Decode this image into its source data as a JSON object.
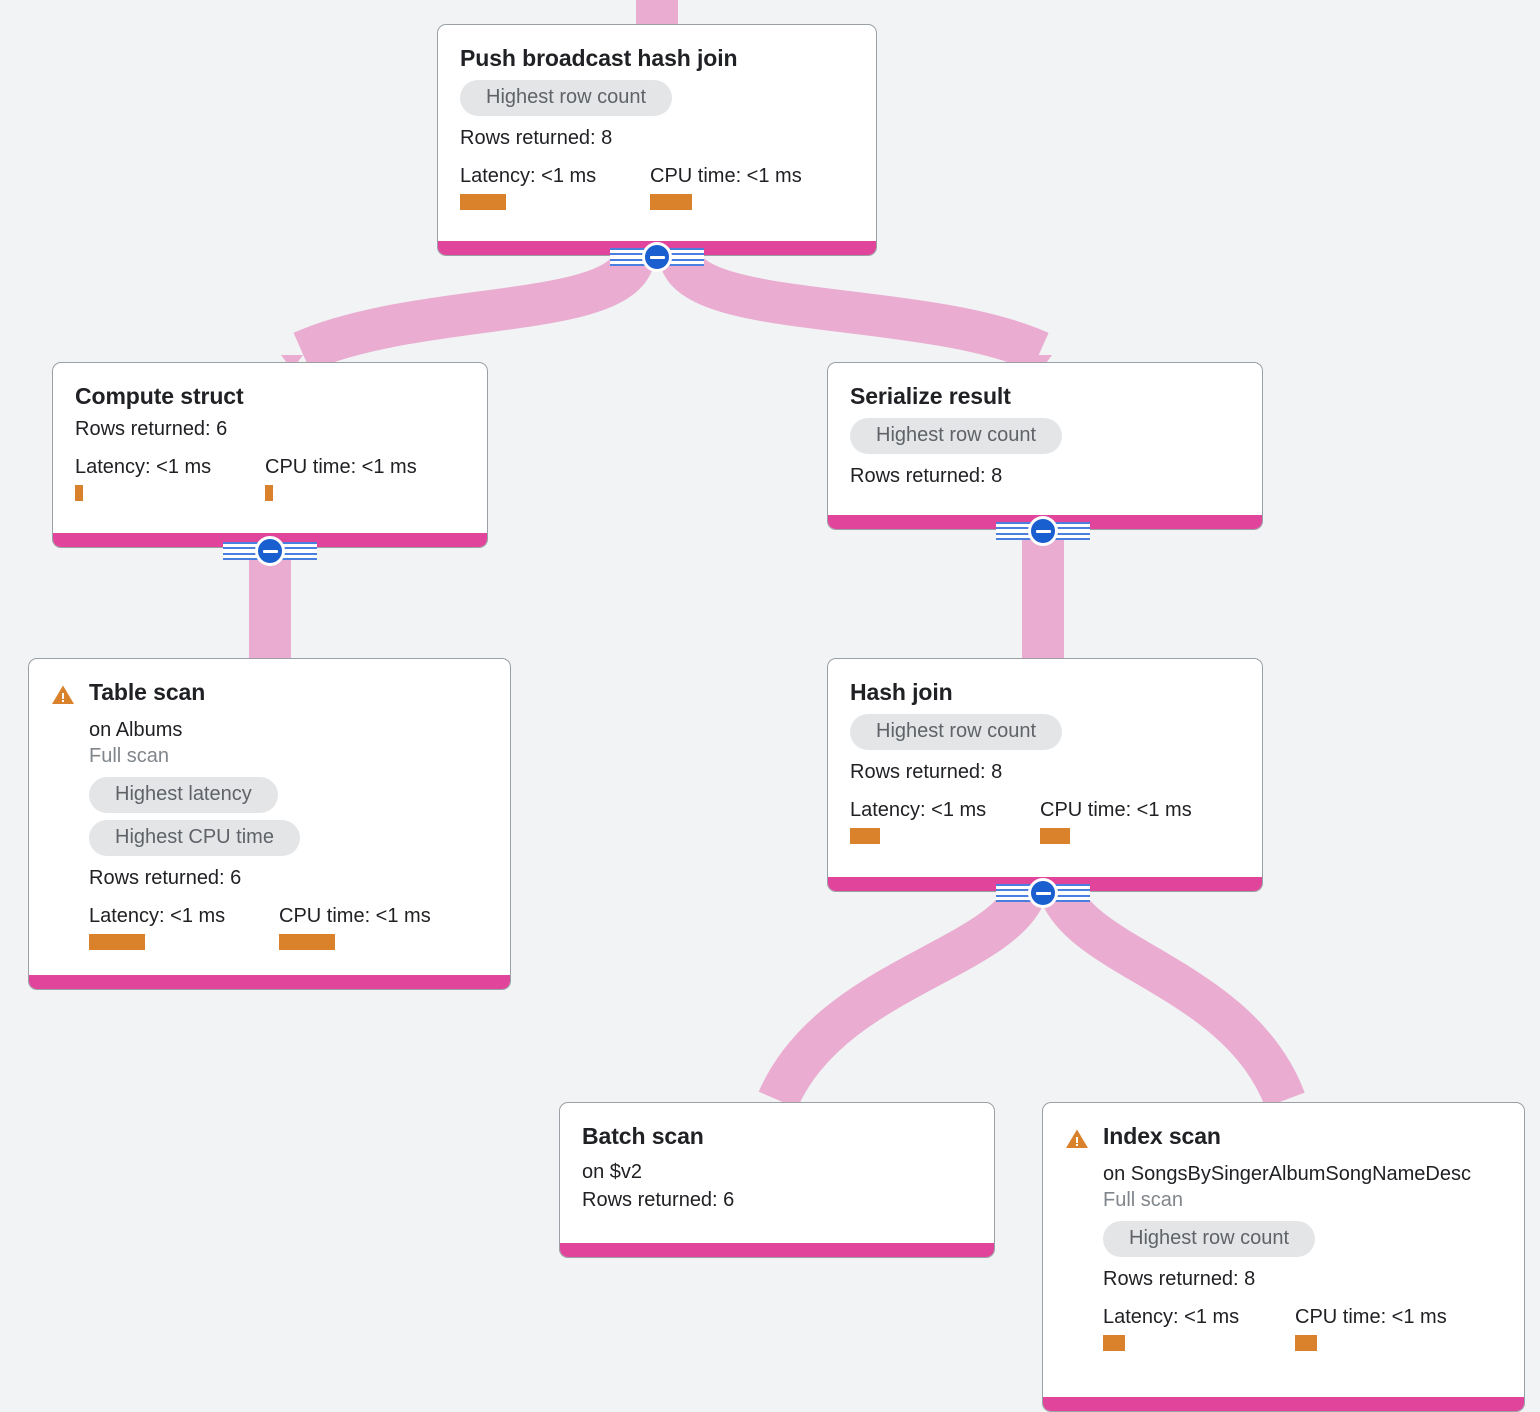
{
  "diagram": {
    "type": "query-execution-plan",
    "background_color": "#f1f3f4",
    "colors": {
      "node_footer": "#e0459b",
      "edge": "#eaacd0",
      "metric_bar": "#d9822b",
      "badge_bg": "#e4e5e7",
      "badge_text": "#5f6368",
      "warning_icon": "#d9822b",
      "collapse_button": "#1a5fd0",
      "node_border": "#9aa0a6"
    },
    "labels": {
      "rows_prefix": "Rows returned:",
      "latency_prefix": "Latency:",
      "cpu_prefix": "CPU time:",
      "collapse_icon": "minus-circle-icon",
      "warning_icon": "warning-triangle-icon"
    }
  },
  "nodes": [
    {
      "id": "push-broadcast-hash-join",
      "title": "Push broadcast hash join",
      "warning": false,
      "on": null,
      "scan_note": null,
      "badges": [
        "Highest row count"
      ],
      "rows_returned": "Rows returned: 8",
      "latency": "Latency: <1 ms",
      "cpu": "CPU time: <1 ms",
      "latency_bar_width": 46,
      "cpu_bar_width": 42,
      "has_collapse": true
    },
    {
      "id": "compute-struct",
      "title": "Compute struct",
      "warning": false,
      "on": null,
      "scan_note": null,
      "badges": [],
      "rows_returned": "Rows returned: 6",
      "latency": "Latency: <1 ms",
      "cpu": "CPU time: <1 ms",
      "latency_bar_width": 8,
      "cpu_bar_width": 8,
      "has_collapse": true
    },
    {
      "id": "serialize-result",
      "title": "Serialize result",
      "warning": false,
      "on": null,
      "scan_note": null,
      "badges": [
        "Highest row count"
      ],
      "rows_returned": "Rows returned: 8",
      "latency": null,
      "cpu": null,
      "latency_bar_width": 0,
      "cpu_bar_width": 0,
      "has_collapse": true
    },
    {
      "id": "table-scan",
      "title": "Table scan",
      "warning": true,
      "on": "on Albums",
      "scan_note": "Full scan",
      "badges": [
        "Highest latency",
        "Highest CPU time"
      ],
      "rows_returned": "Rows returned: 6",
      "latency": "Latency: <1 ms",
      "cpu": "CPU time: <1 ms",
      "latency_bar_width": 56,
      "cpu_bar_width": 56,
      "has_collapse": false
    },
    {
      "id": "hash-join",
      "title": "Hash join",
      "warning": false,
      "on": null,
      "scan_note": null,
      "badges": [
        "Highest row count"
      ],
      "rows_returned": "Rows returned: 8",
      "latency": "Latency: <1 ms",
      "cpu": "CPU time: <1 ms",
      "latency_bar_width": 30,
      "cpu_bar_width": 30,
      "has_collapse": true
    },
    {
      "id": "batch-scan",
      "title": "Batch scan",
      "warning": false,
      "on": "on $v2",
      "scan_note": null,
      "badges": [],
      "rows_returned": "Rows returned: 6",
      "latency": null,
      "cpu": null,
      "latency_bar_width": 0,
      "cpu_bar_width": 0,
      "has_collapse": false
    },
    {
      "id": "index-scan",
      "title": "Index scan",
      "warning": true,
      "on": "on SongsBySingerAlbumSongNameDesc",
      "scan_note": "Full scan",
      "badges": [
        "Highest row count"
      ],
      "rows_returned": "Rows returned: 8",
      "latency": "Latency: <1 ms",
      "cpu": "CPU time: <1 ms",
      "latency_bar_width": 22,
      "cpu_bar_width": 22,
      "has_collapse": false
    }
  ],
  "edges": [
    {
      "from": "root-inlet",
      "to": "push-broadcast-hash-join"
    },
    {
      "from": "push-broadcast-hash-join",
      "to": "compute-struct"
    },
    {
      "from": "push-broadcast-hash-join",
      "to": "serialize-result"
    },
    {
      "from": "compute-struct",
      "to": "table-scan"
    },
    {
      "from": "serialize-result",
      "to": "hash-join"
    },
    {
      "from": "hash-join",
      "to": "batch-scan"
    },
    {
      "from": "hash-join",
      "to": "index-scan"
    }
  ]
}
